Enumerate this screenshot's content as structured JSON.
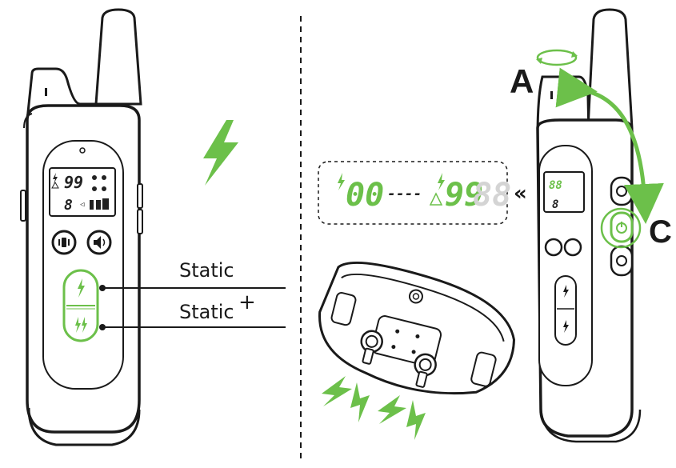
{
  "colors": {
    "accent": "#6cc04a",
    "outline": "#1a1a1a",
    "lcd_ghost": "#d4d4d4"
  },
  "labels": {
    "static": "Static",
    "static_plus": "Static",
    "plus_sign": "+",
    "callout_a": "A",
    "callout_c": "C"
  },
  "remote_lcd": {
    "level": "99",
    "channel": "8"
  },
  "range_display": {
    "min": "00",
    "separator": "----",
    "max": "99",
    "chevron": "«"
  },
  "remote_side_lcd": {
    "level": "88",
    "channel": "8"
  },
  "icons": [
    "lightning-icon",
    "vibrate-icon",
    "sound-icon",
    "static-icon",
    "static-plus-icon",
    "power-icon",
    "warning-icon",
    "battery-icon",
    "rotate-arrow-icon"
  ]
}
